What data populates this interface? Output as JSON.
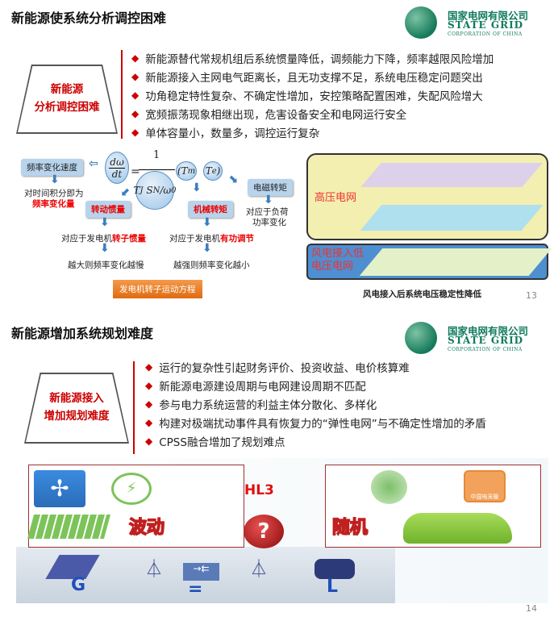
{
  "slide1": {
    "title": "新能源使系统分析调控困难",
    "logo": {
      "cn": "国家电网有限公司",
      "en": "STATE GRID",
      "en2": "CORPORATION OF CHINA"
    },
    "box": [
      "新能源",
      "分析调控困难"
    ],
    "bullets": [
      "新能源替代常规机组后系统惯量降低，调频能力下降，频率越限风险增加",
      "新能源接入主网电气距离长，且无功支撑不足，系统电压稳定问题突出",
      "功角稳定特性复杂、不确定性增加，安控策略配置困难，失配风险增大",
      "宽频振荡现象相继出现，危害设备安全和电网运行安全",
      "单体容量小，数量多，调控运行复杂"
    ],
    "diagram": {
      "freq_speed": "频率变化速度",
      "integral": "对时间积分即为",
      "freq_change": "频率变化量",
      "inertia": "转动惯量",
      "inertia_desc_a": "对应于发电机",
      "inertia_desc_b": "转子惯量",
      "inertia_result": "越大则频率变化越慢",
      "mech": "机械转矩",
      "mech_desc_a": "对应于发电机",
      "mech_desc_b": "有功调节",
      "mech_result": "越强则频率变化越小",
      "em": "电磁转矩",
      "em_desc_a": "对应于负荷",
      "em_desc_b": "功率变化",
      "eq": {
        "dw": "dω",
        "dt": "dt",
        "one": "1",
        "tj": "T",
        "sn": "S",
        "w0": "ω",
        "tm": "(T",
        "te": "T"
      },
      "caption": "发电机转子运动方程"
    },
    "network": {
      "hv": "高压电网",
      "lv_a": "风电接入低",
      "lv_b": "电压电网",
      "caption": "风电接入后系统电压稳定性降低"
    },
    "page": "13"
  },
  "slide2": {
    "title": "新能源增加系统规划难度",
    "logo": {
      "cn": "国家电网有限公司",
      "en": "STATE GRID",
      "en2": "CORPORATION OF CHINA"
    },
    "box": [
      "新能源接入",
      "增加规划难度"
    ],
    "bullets": [
      "运行的复杂性引起财务评价、投资收益、电价核算难",
      "新能源电源建设周期与电网建设周期不匹配",
      "参与电力系统运营的利益主体分散化、多样化",
      "构建对极端扰动事件具有恢复力的“弹性电网”与不确定性增加的矛盾",
      "CPSS融合增加了规划难点"
    ],
    "image": {
      "hl3": "HL3",
      "q": "?",
      "fluct": "波动",
      "random": "随机",
      "g": "G",
      "eq": "=",
      "l": "L",
      "badge": "中国电采暖"
    },
    "page": "14"
  }
}
